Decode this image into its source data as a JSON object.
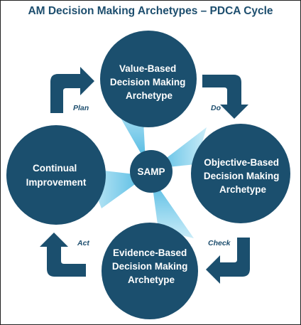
{
  "title": "AM Decision Making Archetypes – PDCA Cycle",
  "colors": {
    "circle": "#1b4f6e",
    "arrow": "#1b4f6e",
    "wedge_light": "#c9ecf8",
    "wedge_mid": "#5fc4e8",
    "title": "#1d4e6e"
  },
  "center": {
    "label": "SAMP"
  },
  "circles": {
    "top": {
      "lines": [
        "Value-Based",
        "Decision Making",
        "Archetype"
      ]
    },
    "right": {
      "lines": [
        "Objective-Based",
        "Decision Making",
        "Archetype"
      ]
    },
    "bottom": {
      "lines": [
        "Evidence-Based",
        "Decision Making",
        "Archetype"
      ]
    },
    "left": {
      "lines": [
        "Continual",
        "Improvement"
      ]
    }
  },
  "arrows": {
    "plan": "Plan",
    "do": "Do",
    "check": "Check",
    "act": "Act"
  }
}
